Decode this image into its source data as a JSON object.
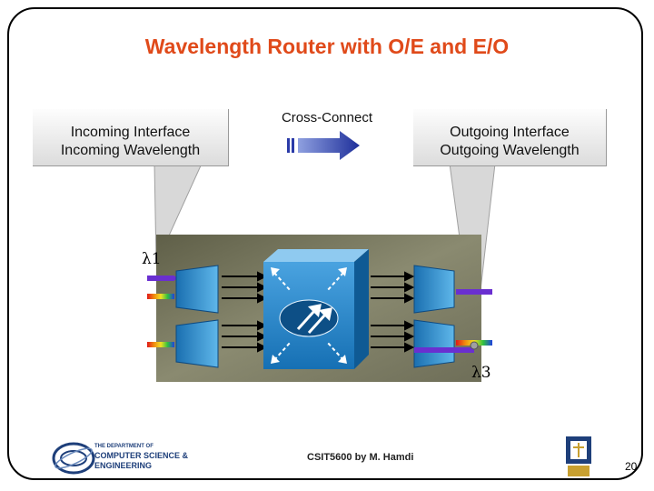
{
  "title": "Wavelength Router with O/E and E/O",
  "callouts": {
    "incoming_line1": "Incoming Interface",
    "incoming_line2": "Incoming Wavelength",
    "cross_connect": "Cross-Connect",
    "outgoing_line1": "Outgoing Interface",
    "outgoing_line2": "Outgoing Wavelength"
  },
  "labels": {
    "lambda_in": "λ1",
    "lambda_out": "λ3"
  },
  "footer": {
    "course": "CSIT5600 by M. Hamdi",
    "page_number": "20",
    "dept_line1": "THE DEPARTMENT OF",
    "dept_line2": "COMPUTER SCIENCE &",
    "dept_line3": "ENGINEERING"
  },
  "colors": {
    "title": "#e04a1a",
    "router_blue": "#1f7fc4",
    "panel_bg": "#6b6b52",
    "arrow_blue": "#2a3aa8"
  },
  "icons": {
    "router": "cross-connect-router-icon",
    "arrow": "direction-arrow-icon"
  }
}
